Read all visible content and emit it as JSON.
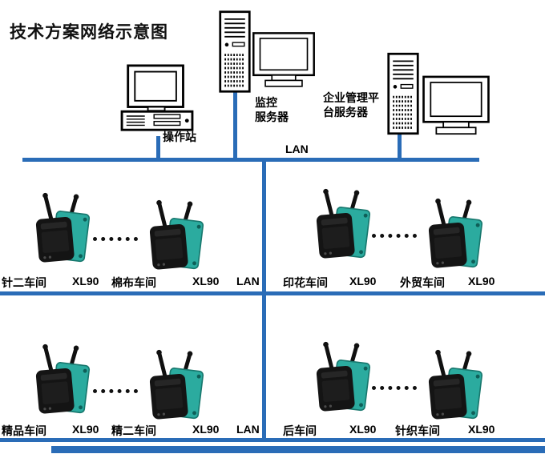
{
  "title": "技术方案网络示意图",
  "colors": {
    "lan_line": "#2a6cb7",
    "device_plate": "#2bab9f",
    "device_body": "#141414"
  },
  "top_section": {
    "workstation": {
      "label": "操作站"
    },
    "monitor_server": {
      "label_line1": "监控",
      "label_line2": "服务器"
    },
    "enterprise_server": {
      "label_line1": "企业管理平",
      "label_line2": "台服务器"
    },
    "lan_label": "LAN"
  },
  "row1": {
    "lan_label": "LAN",
    "labels": [
      {
        "name": "针二车间",
        "model": "XL90"
      },
      {
        "name": "棉布车间",
        "model": "XL90"
      },
      {
        "name": "印花车间",
        "model": "XL90"
      },
      {
        "name": "外贸车间",
        "model": "XL90"
      }
    ]
  },
  "row2": {
    "lan_label": "LAN",
    "labels": [
      {
        "name": "精品车间",
        "model": "XL90"
      },
      {
        "name": "精二车间",
        "model": "XL90"
      },
      {
        "name": "后车间",
        "model": "XL90"
      },
      {
        "name": "针织车间",
        "model": "XL90"
      }
    ]
  }
}
